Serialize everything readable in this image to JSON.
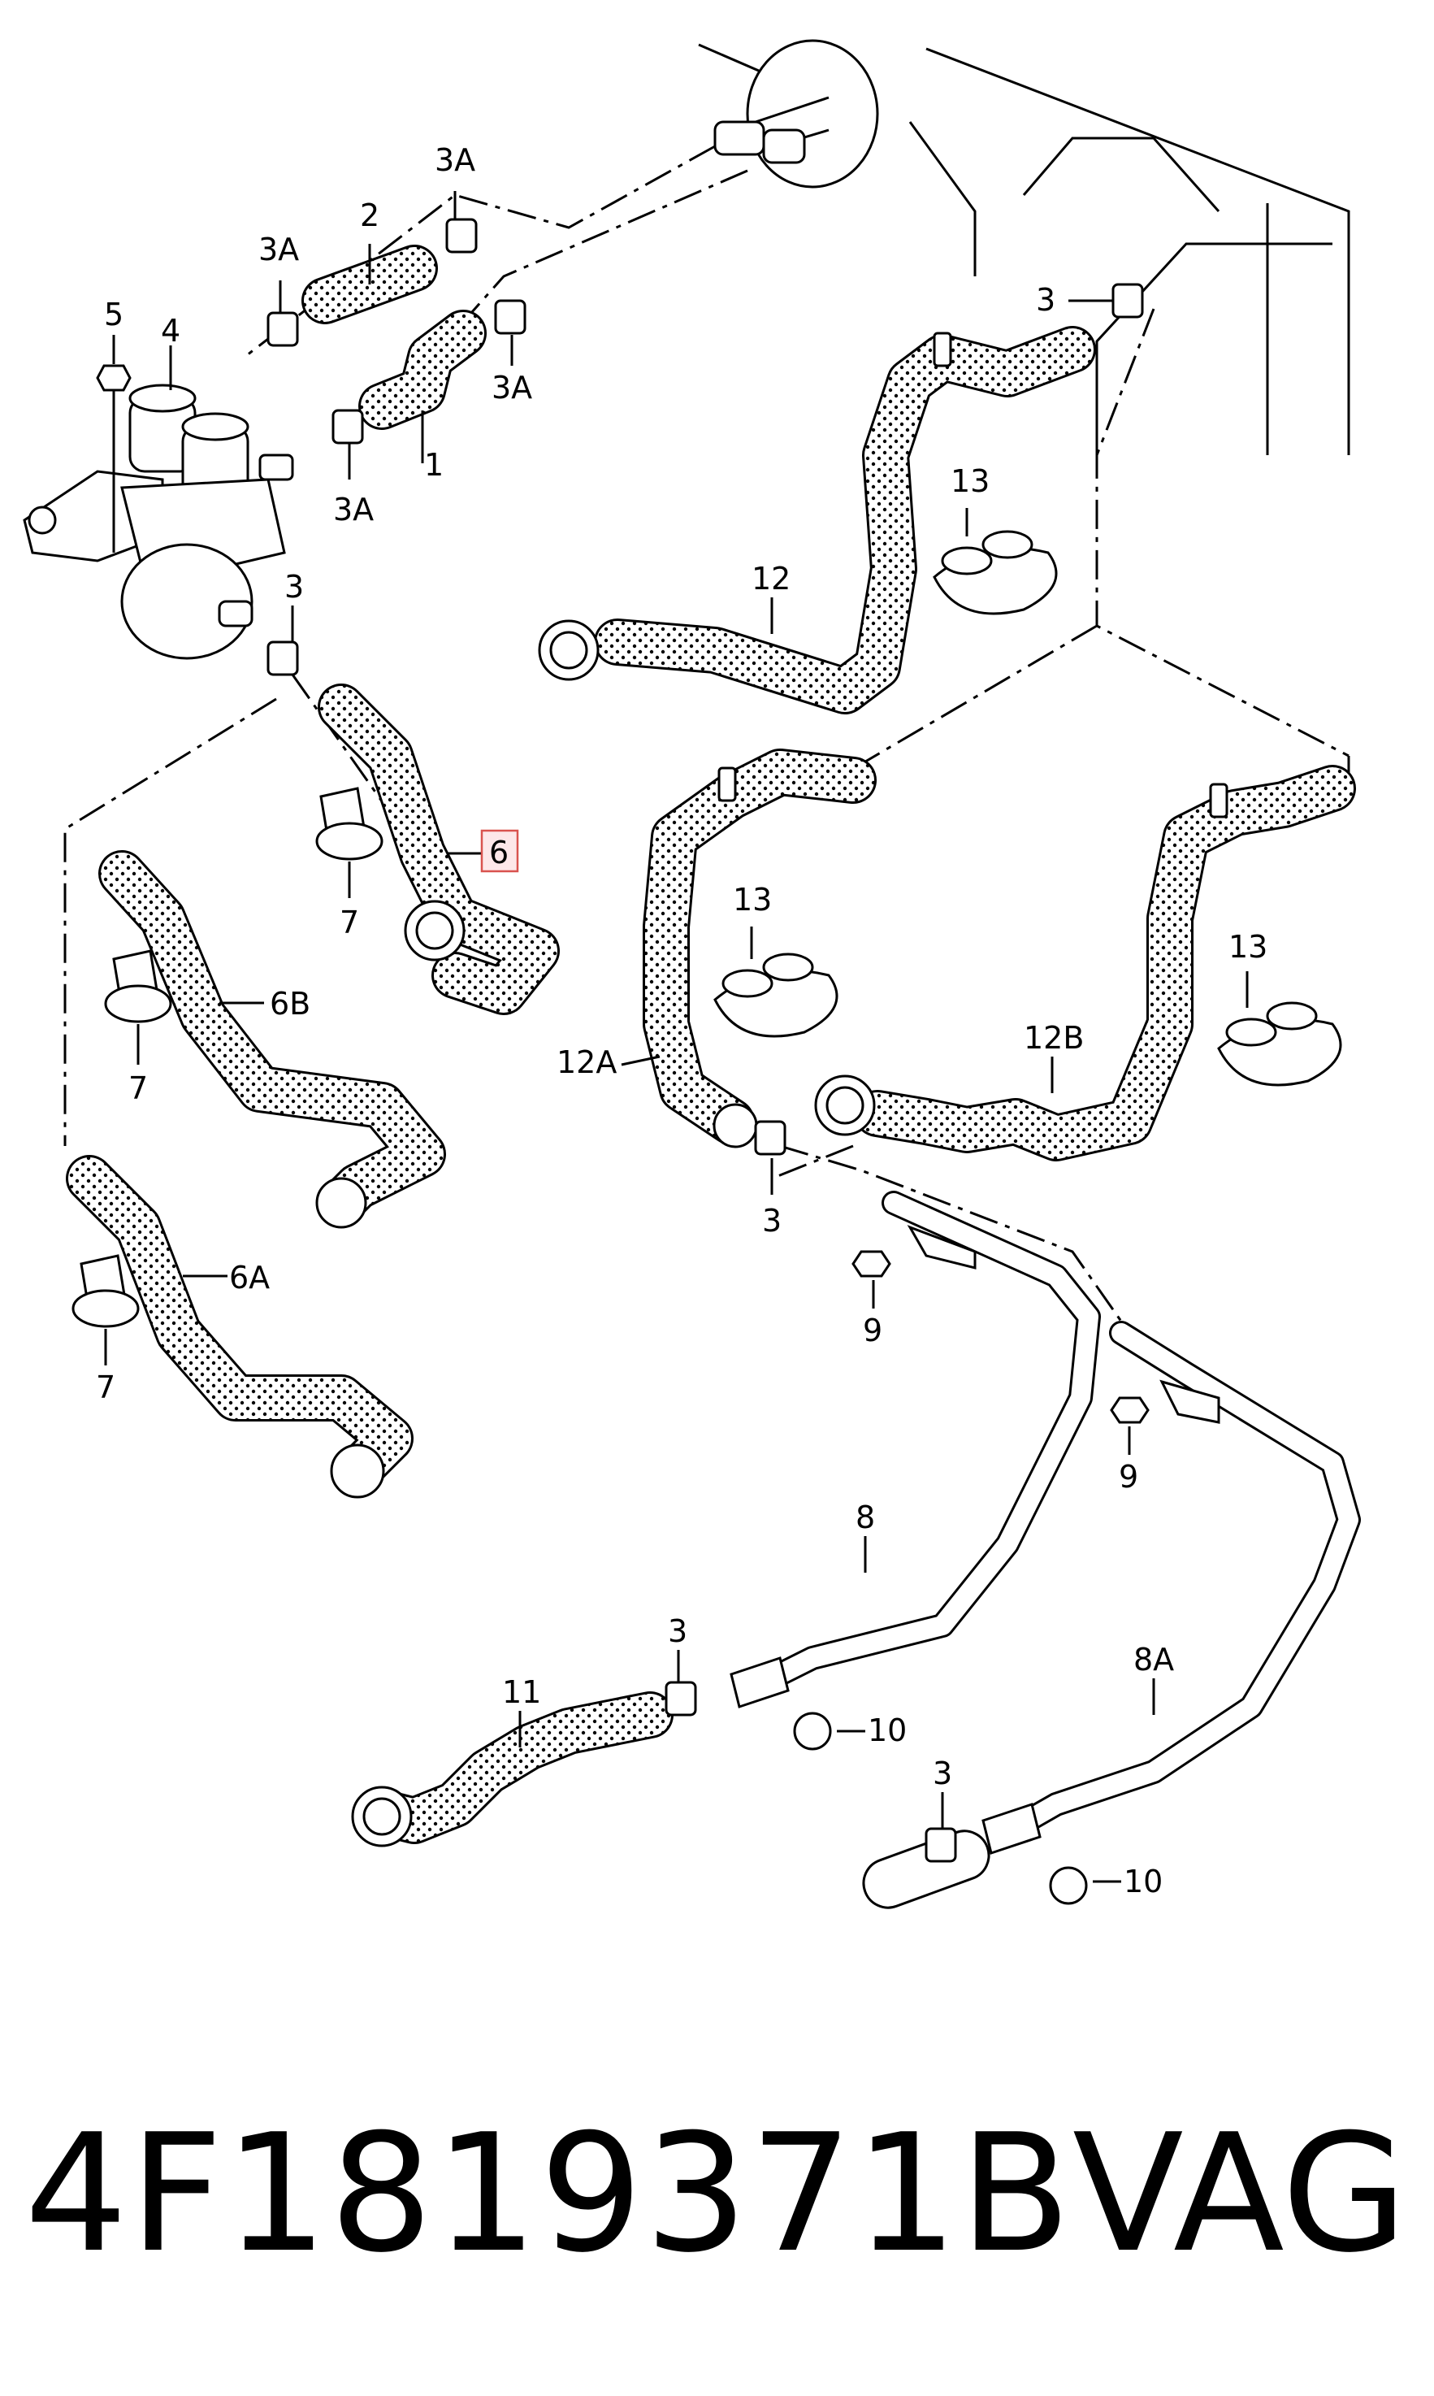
{
  "callouts": {
    "c1": "1",
    "c2": "2",
    "c3a_top": "3A",
    "c3a_left": "3A",
    "c3a_right": "3A",
    "c3a_bottom": "3A",
    "c3_valve": "3",
    "c3_topright": "3",
    "c3_mid": "3",
    "c3_lower": "3",
    "c3_bottom": "3",
    "c4": "4",
    "c5": "5",
    "c6": "6",
    "c6a": "6A",
    "c6b": "6B",
    "c7_a": "7",
    "c7_b": "7",
    "c7_c": "7",
    "c8": "8",
    "c8a": "8A",
    "c9_a": "9",
    "c9_b": "9",
    "c10_a": "10",
    "c10_b": "10",
    "c11": "11",
    "c12": "12",
    "c12a": "12A",
    "c12b": "12B",
    "c13_a": "13",
    "c13_b": "13",
    "c13_c": "13"
  },
  "highlighted_callout": "6",
  "footer": {
    "part_number": "4F1819371B",
    "brand": "VAG"
  }
}
